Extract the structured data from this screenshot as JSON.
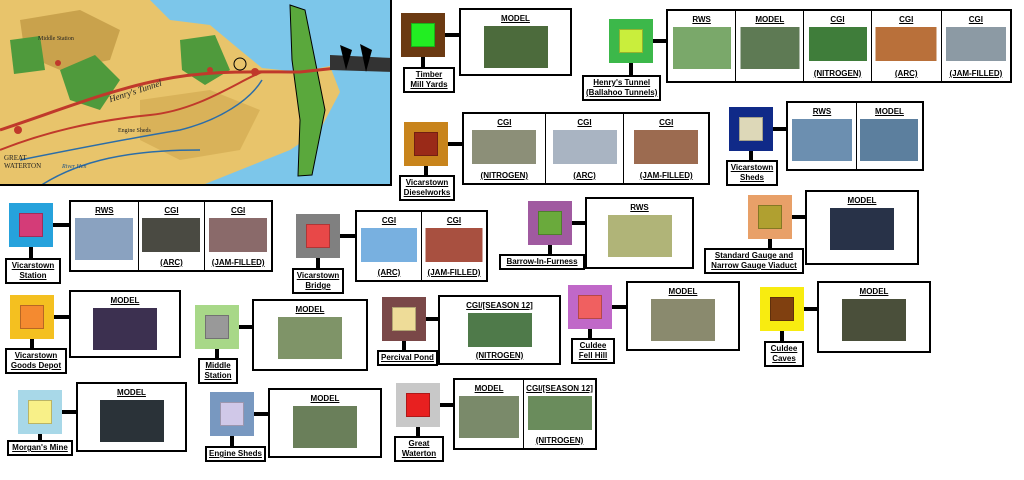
{
  "map": {
    "labels": [
      "Henry's Tunnel",
      "GREAT WATERTON",
      "Middle Station",
      "River Hen",
      "Engine Sheds"
    ],
    "colors": {
      "sea": "#7cc6ea",
      "land": "#e8c46b",
      "hill": "#c9a24c",
      "forest": "#4f9a3c",
      "rail": "#c0392b",
      "road": "#2b6da8"
    }
  },
  "locations": [
    {
      "id": "timber-mill-yards",
      "lines": [
        "Timber",
        "Mill Yards"
      ],
      "outer": "#6b3a12",
      "inner": "#22ee22",
      "entries": [
        {
          "top": "MODEL",
          "bottom": "",
          "img": "#4c6b3c"
        }
      ]
    },
    {
      "id": "henrys-tunnel",
      "lines": [
        "Henry's Tunnel",
        "(Ballahoo Tunnels)"
      ],
      "outer": "#3cb84a",
      "inner": "#c9ee3c",
      "entries": [
        {
          "top": "RWS",
          "bottom": "",
          "img": "#7aa86a"
        },
        {
          "top": "MODEL",
          "bottom": "",
          "img": "#5e7a54"
        },
        {
          "top": "CGI",
          "bottom": "(NITROGEN)",
          "img": "#3f7d3a"
        },
        {
          "top": "CGI",
          "bottom": "(ARC)",
          "img": "#b9703a"
        },
        {
          "top": "CGI",
          "bottom": "(JAM-FILLED)",
          "img": "#8c9aa4"
        }
      ]
    },
    {
      "id": "vicarstown-dieselworks",
      "lines": [
        "Vicarstown",
        "Dieselworks"
      ],
      "outer": "#c8841c",
      "inner": "#9a2a18",
      "entries": [
        {
          "top": "CGI",
          "bottom": "(NITROGEN)",
          "img": "#8c8f78"
        },
        {
          "top": "CGI",
          "bottom": "(ARC)",
          "img": "#a9b4c2"
        },
        {
          "top": "CGI",
          "bottom": "(JAM-FILLED)",
          "img": "#9c6b50"
        }
      ]
    },
    {
      "id": "vicarstown-sheds",
      "lines": [
        "Vicarstown",
        "Sheds"
      ],
      "outer": "#102a88",
      "inner": "#ddd8b8",
      "entries": [
        {
          "top": "RWS",
          "bottom": "",
          "img": "#6c8fb0"
        },
        {
          "top": "MODEL",
          "bottom": "",
          "img": "#5c7f9e"
        }
      ]
    },
    {
      "id": "vicarstown-station",
      "lines": [
        "Vicarstown",
        "Station"
      ],
      "outer": "#26a2dc",
      "inner": "#d43c78",
      "entries": [
        {
          "top": "RWS",
          "bottom": "",
          "img": "#8aa2c0"
        },
        {
          "top": "CGI",
          "bottom": "(ARC)",
          "img": "#4a4a42"
        },
        {
          "top": "CGI",
          "bottom": "(JAM-FILLED)",
          "img": "#8a6a6a"
        }
      ]
    },
    {
      "id": "vicarstown-bridge",
      "lines": [
        "Vicarstown",
        "Bridge"
      ],
      "outer": "#808080",
      "inner": "#e84848",
      "entries": [
        {
          "top": "CGI",
          "bottom": "(ARC)",
          "img": "#78b0e0"
        },
        {
          "top": "CGI",
          "bottom": "(JAM-FILLED)",
          "img": "#a85040"
        }
      ]
    },
    {
      "id": "barrow-in-furness",
      "lines": [
        "Barrow-In-Furness"
      ],
      "outer": "#a05aa0",
      "inner": "#6aaa3c",
      "entries": [
        {
          "top": "RWS",
          "bottom": "",
          "img": "#b0b478"
        }
      ]
    },
    {
      "id": "standard-gauge-viaduct",
      "lines": [
        "Standard Gauge and",
        "Narrow Gauge Viaduct"
      ],
      "outer": "#e8a068",
      "inner": "#b0a030",
      "entries": [
        {
          "top": "MODEL",
          "bottom": "",
          "img": "#283248"
        }
      ]
    },
    {
      "id": "vicarstown-goods-depot",
      "lines": [
        "Vicarstown",
        "Goods Depot"
      ],
      "outer": "#f4c020",
      "inner": "#f48a30",
      "entries": [
        {
          "top": "MODEL",
          "bottom": "",
          "img": "#3c3050"
        }
      ]
    },
    {
      "id": "middle-station",
      "lines": [
        "Middle",
        "Station"
      ],
      "outer": "#a8d888",
      "inner": "#999999",
      "entries": [
        {
          "top": "MODEL",
          "bottom": "",
          "img": "#7f9468"
        }
      ]
    },
    {
      "id": "percival-pond",
      "lines": [
        "Percival Pond"
      ],
      "outer": "#7a4848",
      "inner": "#eedc98",
      "entries": [
        {
          "top": "CGI/[SEASON 12]",
          "bottom": "(NITROGEN)",
          "img": "#4f7a4a"
        }
      ]
    },
    {
      "id": "culdee-fell-hill",
      "lines": [
        "Culdee",
        "Fell Hill"
      ],
      "outer": "#c068c8",
      "inner": "#f06060",
      "entries": [
        {
          "top": "MODEL",
          "bottom": "",
          "img": "#8a8a6e"
        }
      ]
    },
    {
      "id": "culdee-caves",
      "lines": [
        "Culdee",
        "Caves"
      ],
      "outer": "#f8ec10",
      "inner": "#804010",
      "entries": [
        {
          "top": "MODEL",
          "bottom": "",
          "img": "#4a4f3a"
        }
      ]
    },
    {
      "id": "morgans-mine",
      "lines": [
        "Morgan's Mine"
      ],
      "outer": "#a8d8e8",
      "inner": "#f8f088",
      "entries": [
        {
          "top": "MODEL",
          "bottom": "",
          "img": "#2a3238"
        }
      ]
    },
    {
      "id": "engine-sheds",
      "lines": [
        "Engine Sheds"
      ],
      "outer": "#7898c0",
      "inner": "#d0c8e8",
      "entries": [
        {
          "top": "MODEL",
          "bottom": "",
          "img": "#6a7f5a"
        }
      ]
    },
    {
      "id": "great-waterton",
      "lines": [
        "Great",
        "Waterton"
      ],
      "outer": "#c8c8c8",
      "inner": "#e82020",
      "entries": [
        {
          "top": "MODEL",
          "bottom": "",
          "img": "#7a8a6a"
        },
        {
          "top": "CGI/[SEASON 12]",
          "bottom": "(NITROGEN)",
          "img": "#6a8c5c"
        }
      ]
    }
  ]
}
